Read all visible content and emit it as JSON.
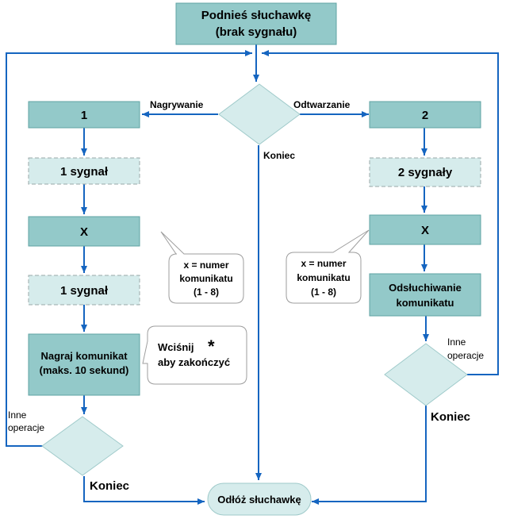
{
  "colors": {
    "box_fill": "#93c9c9",
    "box_light_fill": "#d6ecec",
    "box_stroke": "#5fa3a3",
    "dashed_stroke": "#9aa8a8",
    "arrow": "#1565c0",
    "bubble_stroke": "#9e9e9e"
  },
  "nodes": {
    "start_line1": "Podnieś słuchawkę",
    "start_line2": "(brak sygnału)",
    "left_1": "1",
    "left_signal1": "1 sygnał",
    "left_x": "X",
    "left_signal2": "1 sygnał",
    "record_line1": "Nagraj komunikat",
    "record_line2": "(maks. 10 sekund)",
    "right_2": "2",
    "right_signal": "2 sygnały",
    "right_x": "X",
    "listen_line1": "Odsłuchiwanie",
    "listen_line2": "komunikatu",
    "end": "Odłóż słuchawkę"
  },
  "labels": {
    "nagrywanie": "Nagrywanie",
    "odtwarzanie": "Odtwarzanie",
    "koniec_center": "Koniec",
    "koniec_left": "Koniec",
    "koniec_right": "Koniec",
    "inne_left_1": "Inne",
    "inne_left_2": "operacje",
    "inne_right_1": "Inne",
    "inne_right_2": "operacje"
  },
  "bubbles": {
    "left_note_1": "x = numer",
    "left_note_2": "komunikatu",
    "left_note_3": "(1 - 8)",
    "right_note_1": "x = numer",
    "right_note_2": "komunikatu",
    "right_note_3": "(1 - 8)",
    "press_line1": "Wciśnij",
    "press_star": "*",
    "press_line2": "aby zakończyć"
  }
}
